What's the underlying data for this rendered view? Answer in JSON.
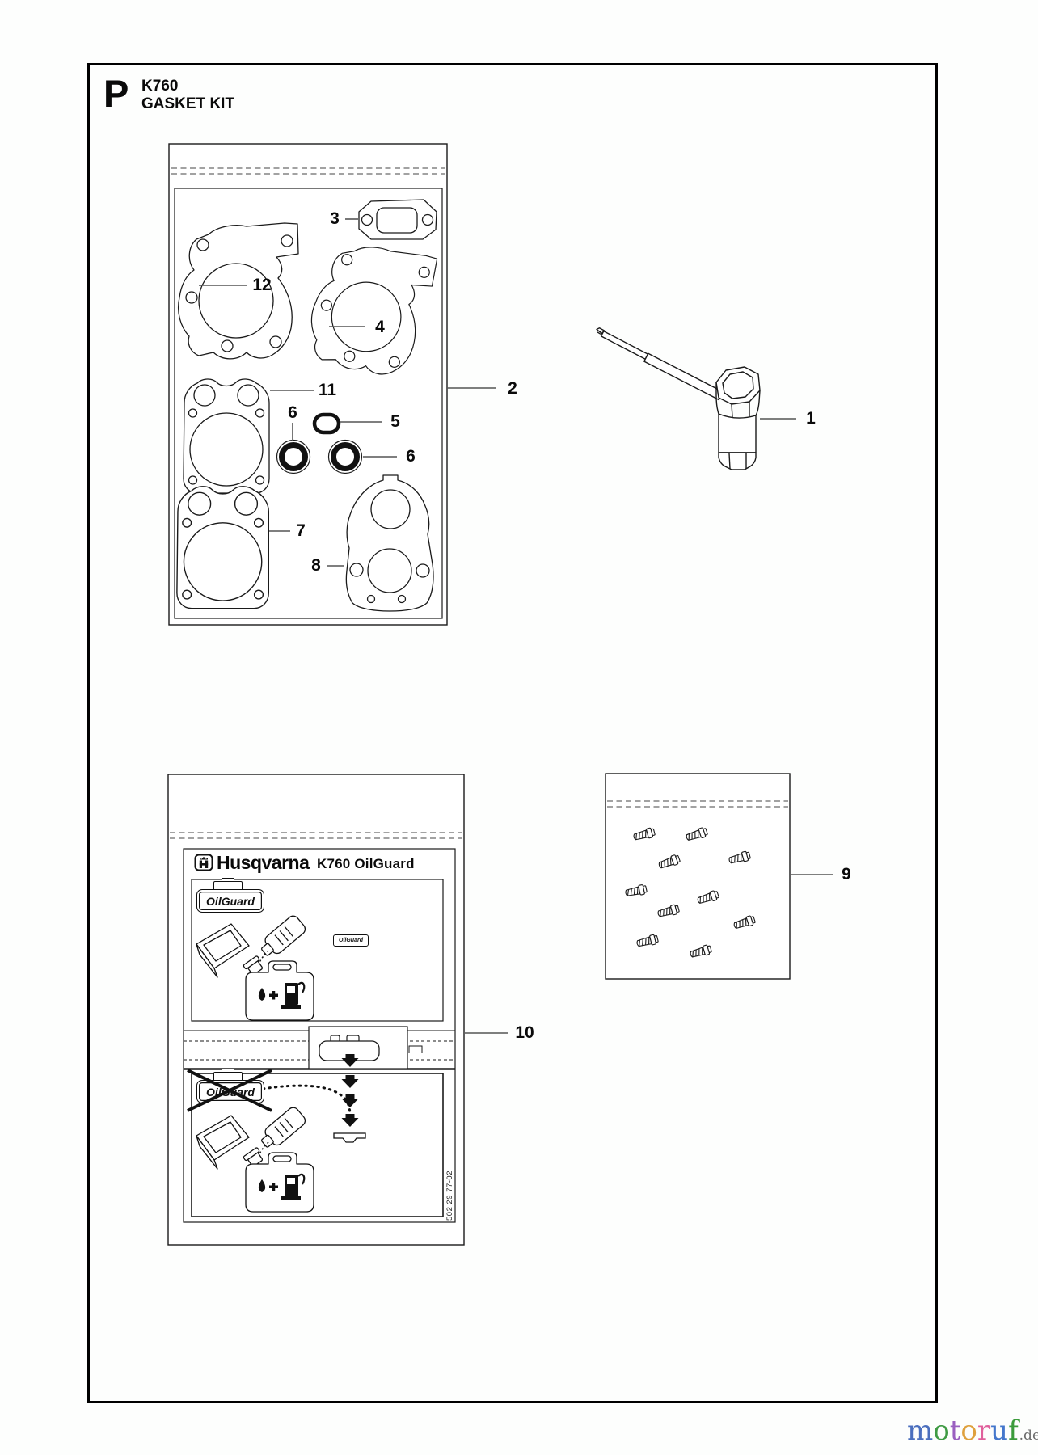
{
  "page": {
    "section_letter": "P",
    "model": "K760",
    "title": "GASKET KIT"
  },
  "callouts": {
    "c1": "1",
    "c2": "2",
    "c3": "3",
    "c4": "4",
    "c5": "5",
    "c6a": "6",
    "c6b": "6",
    "c7": "7",
    "c8": "8",
    "c9": "9",
    "c10": "10",
    "c11": "11",
    "c12": "12"
  },
  "oilguard": {
    "brand": "Husqvarna",
    "product": "K760 OilGuard",
    "badge": "OilGuard",
    "part_number": "502 29 77-02"
  },
  "watermark": {
    "word": "motoruf",
    "suffix": ".de",
    "letter_colors": [
      "#4b6fbe",
      "#3f9b44",
      "#9a5fc0",
      "#dfa13d",
      "#e0609c",
      "#4477cc",
      "#3b9b3b"
    ],
    "suffix_color": "#6b6b6b"
  }
}
